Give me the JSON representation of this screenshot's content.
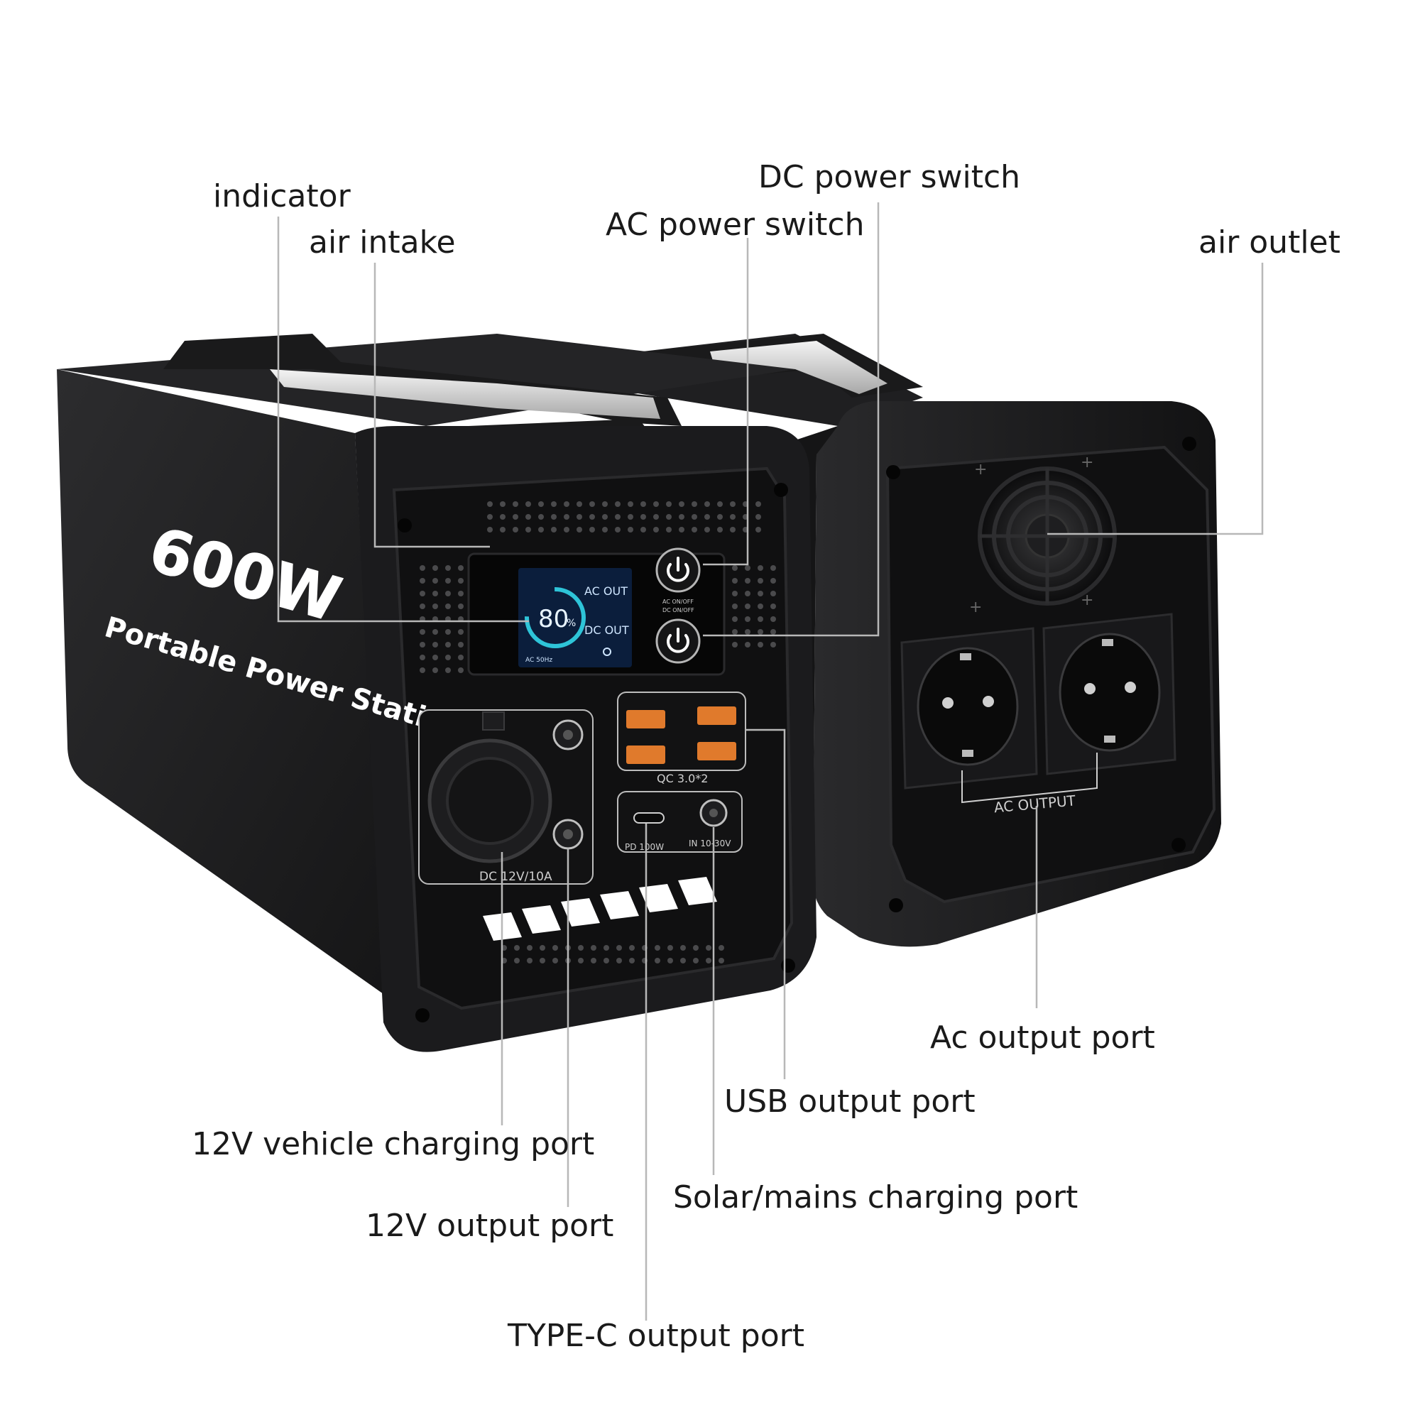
{
  "device": {
    "left_unit": {
      "wattage": "600W",
      "name": "Portable Power Station",
      "display": {
        "battery_percent": "80",
        "percent_unit": "%",
        "ac_out": "AC OUT",
        "dc_out": "DC OUT",
        "footer": "AC 50Hz"
      },
      "ac_switch_label": "AC ON/OFF",
      "dc_switch_label": "DC ON/OFF",
      "usb_panel_label": "QC 3.0*2",
      "typec_panel_label": "PD 100W",
      "input_label": "IN 10-30V",
      "dc_panel_label": "DC 12V/10A"
    },
    "right_unit": {
      "ac_output_label": "AC OUTPUT"
    },
    "colors": {
      "body": "#1c1c1e",
      "panel": "#0f0f10",
      "usb_port": "#e07a2c",
      "display_screen": "#0b1e3c",
      "display_ring": "#2ec4d8",
      "handle": "#d9d9d9"
    }
  },
  "callouts": {
    "indicator": "indicator",
    "air_intake": "air intake",
    "ac_power_switch": "AC power switch",
    "dc_power_switch": "DC power switch",
    "air_outlet": "air outlet",
    "ac_output_port": "Ac output port",
    "usb_output_port": "USB output port",
    "vehicle_charging_port": "12V vehicle charging port",
    "solar_mains_charging_port": "Solar/mains charging port",
    "output_12v_port": "12V output port",
    "typec_output_port": "TYPE-C output port"
  }
}
